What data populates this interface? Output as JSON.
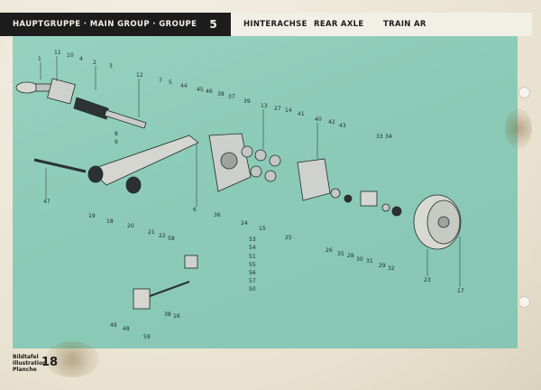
{
  "header": {
    "group_label": "HAUPTGRUPPE · MAIN GROUP · GROUPE",
    "group_number": "5",
    "title_de": "HINTERACHSE",
    "title_en": "REAR AXLE",
    "title_fr": "TRAIN AR"
  },
  "footer": {
    "plate_label_1": "Bildtafel",
    "plate_label_2": "Illustration",
    "plate_label_3": "Planche",
    "plate_number": "18"
  },
  "callouts": [
    "1",
    "11",
    "10",
    "4",
    "2",
    "3",
    "12",
    "7",
    "5",
    "44",
    "45",
    "46",
    "38",
    "37",
    "39",
    "13",
    "27",
    "14",
    "41",
    "40",
    "42",
    "43",
    "33",
    "34",
    "8",
    "9",
    "6",
    "36",
    "24",
    "15",
    "25",
    "26",
    "35",
    "28",
    "30",
    "31",
    "29",
    "32",
    "23",
    "47",
    "19",
    "18",
    "20",
    "21",
    "22",
    "58",
    "53",
    "54",
    "51",
    "55",
    "56",
    "57",
    "50",
    "49",
    "48",
    "59",
    "38",
    "16",
    "17"
  ],
  "colors": {
    "panel": "#8ccbb7",
    "header_dark": "#1c1c1c",
    "paper": "#ece7d9"
  }
}
